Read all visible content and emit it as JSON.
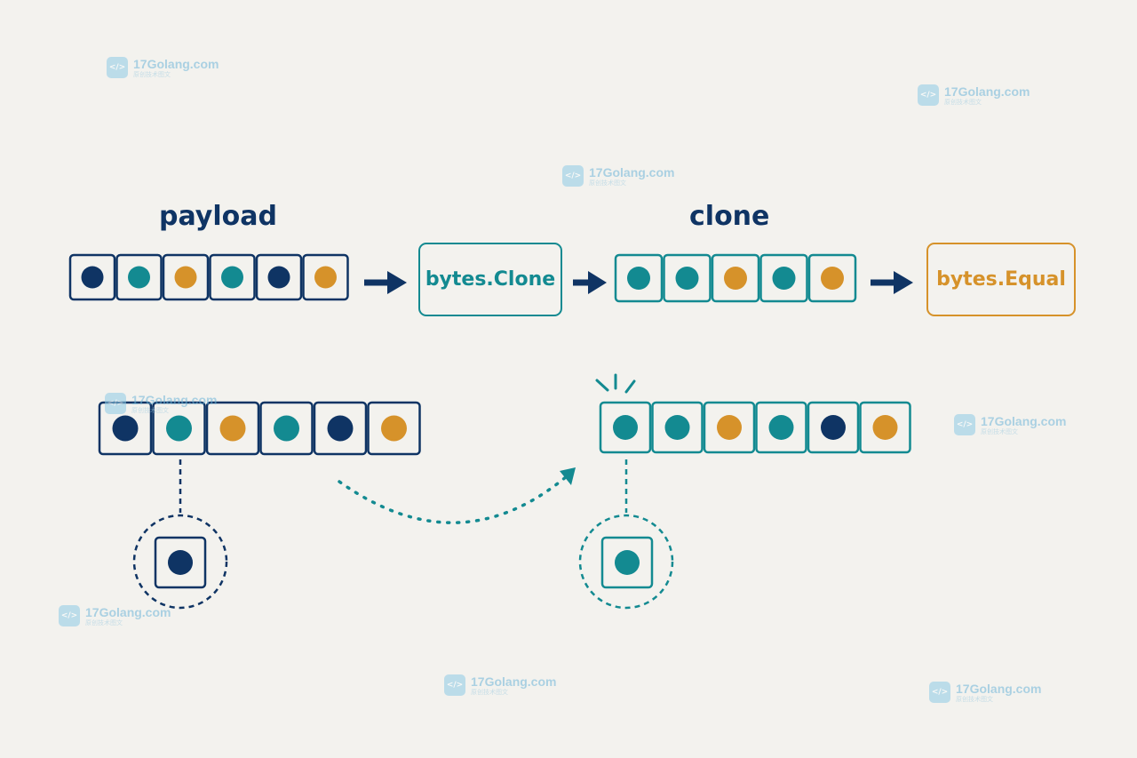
{
  "labels": {
    "payload": "payload",
    "clone": "clone",
    "bytes_clone": "bytes.Clone",
    "bytes_equal": "bytes.Equal"
  },
  "arrays": {
    "top_payload": [
      "navy",
      "teal",
      "gold",
      "teal",
      "navy",
      "gold"
    ],
    "top_clone": [
      "teal",
      "teal",
      "gold",
      "teal",
      "gold"
    ],
    "bottom_payload": [
      "navy",
      "teal",
      "gold",
      "teal",
      "navy",
      "gold"
    ],
    "bottom_clone": [
      "teal",
      "teal",
      "gold",
      "teal",
      "navy",
      "gold"
    ],
    "detail_payload": "navy",
    "detail_clone": "teal"
  },
  "colors": {
    "navy": "#0f3464",
    "teal": "#138a91",
    "gold": "#d6922a",
    "background": "#f3f2ee"
  },
  "watermark": {
    "site": "17Golang.com",
    "sub": "原创技术图文",
    "icon": "code-logo-icon",
    "icon_text": "</>"
  }
}
